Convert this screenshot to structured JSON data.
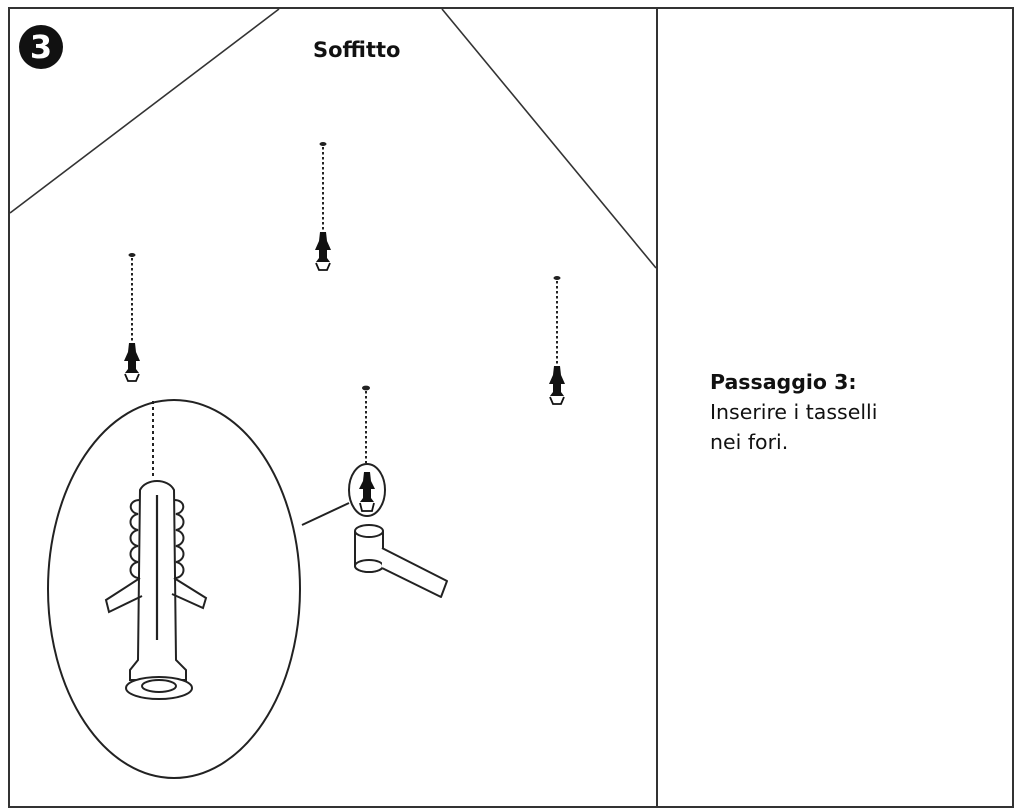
{
  "step": {
    "number": "3"
  },
  "diagram": {
    "ceiling_label": "Soffitto"
  },
  "instructions": {
    "title": "Passaggio 3:",
    "line1": "Inserire i tasselli",
    "line2": "nei fori."
  },
  "icons": {
    "step_badge": "circled-number-icon",
    "anchor": "wall-plug-icon",
    "hammer": "hammer-icon"
  }
}
